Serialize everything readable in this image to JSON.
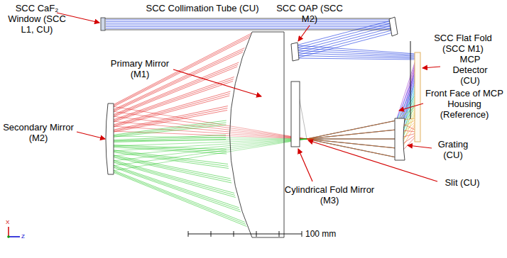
{
  "diagram": {
    "labels": [
      "SCC CaF₂ Window (SCC L1, CU)",
      "SCC Collimation Tube (CU)",
      "SCC OAP (SCC M2)",
      "SCC Flat Fold (SCC M1)",
      "MCP Detector (CU)",
      "Primary Mirror (M1)",
      "Front Face of MCP Housing (Reference)",
      "Secondary Mirror (M2)",
      "Grating (CU)",
      "Slit (CU)",
      "Cylindrical Fold Mirror (M3)",
      "100 mm",
      "X",
      "Z"
    ]
  }
}
